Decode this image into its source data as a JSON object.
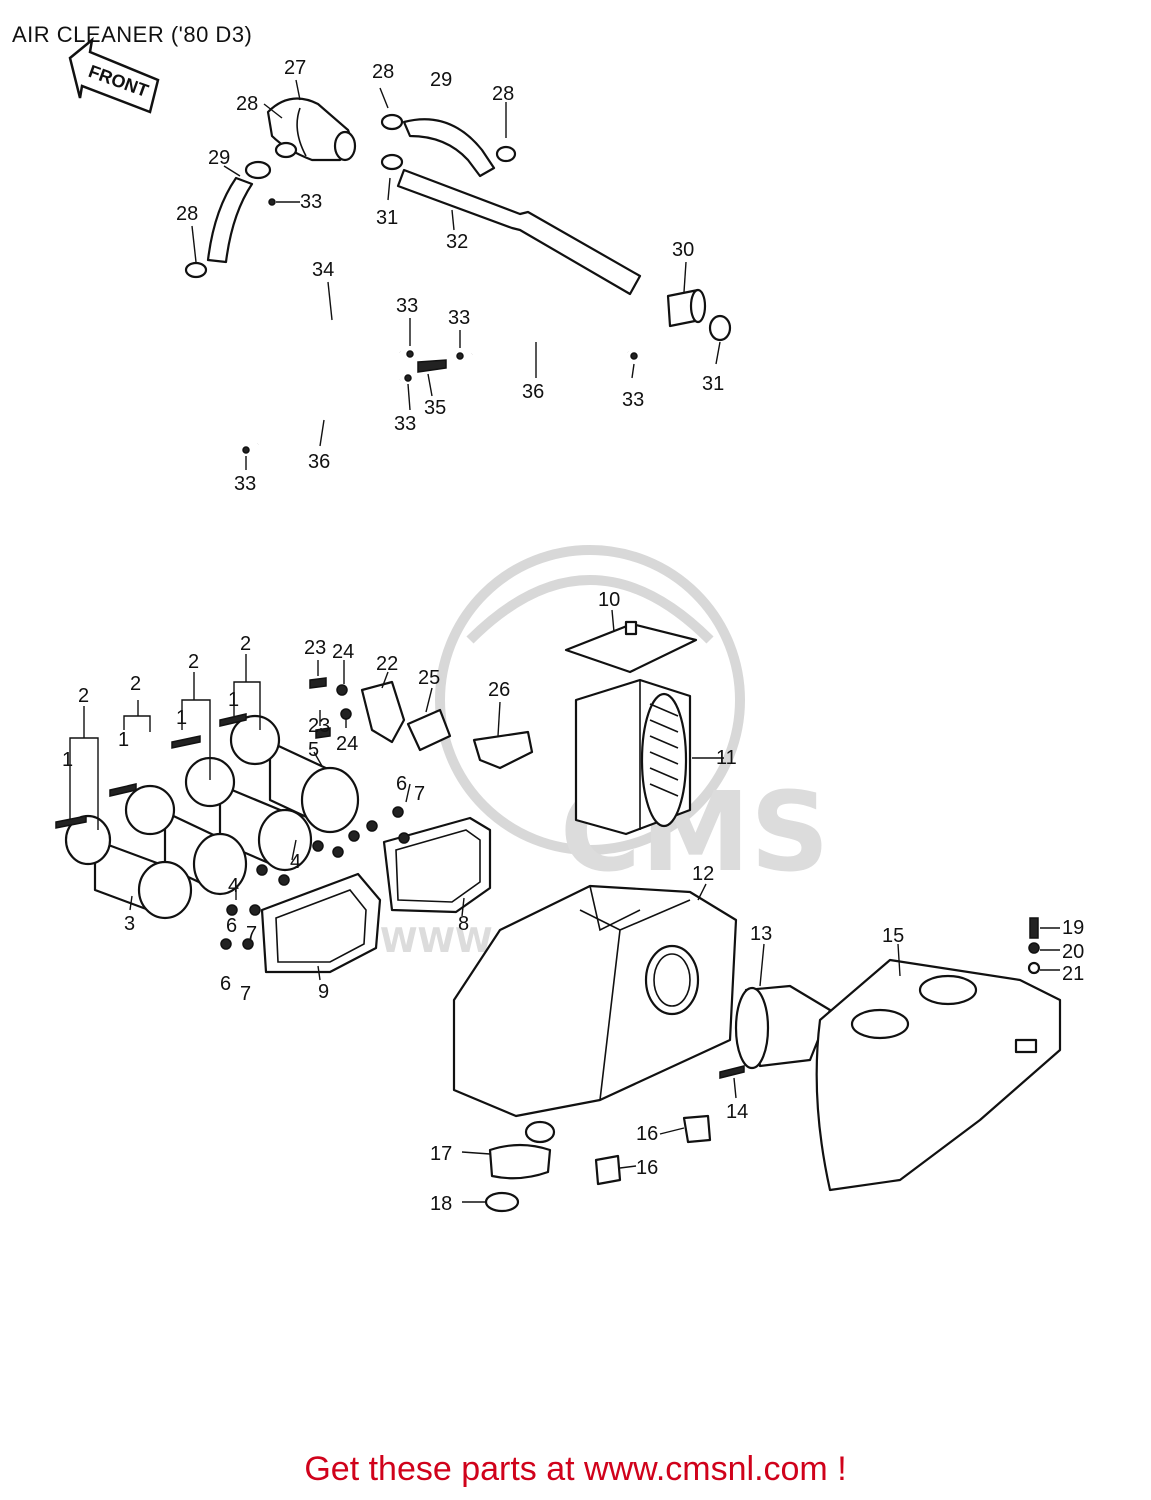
{
  "title": "AIR CLEANER ('80 D3)",
  "front_arrow_label": "FRONT",
  "watermark": {
    "brand": "CMS",
    "url": "WWW.CMSNL.COM"
  },
  "footer": "Get these parts at www.cmsnl.com !",
  "callouts": {
    "c1a": "1",
    "c1b": "1",
    "c1c": "1",
    "c1d": "1",
    "c2a": "2",
    "c2b": "2",
    "c2c": "2",
    "c2d": "2",
    "c3": "3",
    "c4a": "4",
    "c4b": "4",
    "c5": "5",
    "c6a": "6",
    "c6b": "6",
    "c6c": "6",
    "c7a": "7",
    "c7b": "7",
    "c7c": "7",
    "c8": "8",
    "c9": "9",
    "c10": "10",
    "c11": "11",
    "c12": "12",
    "c13": "13",
    "c14": "14",
    "c15": "15",
    "c16a": "16",
    "c16b": "16",
    "c17": "17",
    "c18": "18",
    "c19": "19",
    "c20": "20",
    "c21": "21",
    "c22": "22",
    "c23a": "23",
    "c23b": "23",
    "c24a": "24",
    "c24b": "24",
    "c25": "25",
    "c26": "26",
    "c27": "27",
    "c28a": "28",
    "c28b": "28",
    "c28c": "28",
    "c28d": "28",
    "c29a": "29",
    "c29b": "29",
    "c30": "30",
    "c31a": "31",
    "c31b": "31",
    "c32": "32",
    "c33a": "33",
    "c33b": "33",
    "c33c": "33",
    "c33d": "33",
    "c33e": "33",
    "c33f": "33",
    "c34": "34",
    "c35": "35",
    "c36a": "36",
    "c36b": "36"
  }
}
